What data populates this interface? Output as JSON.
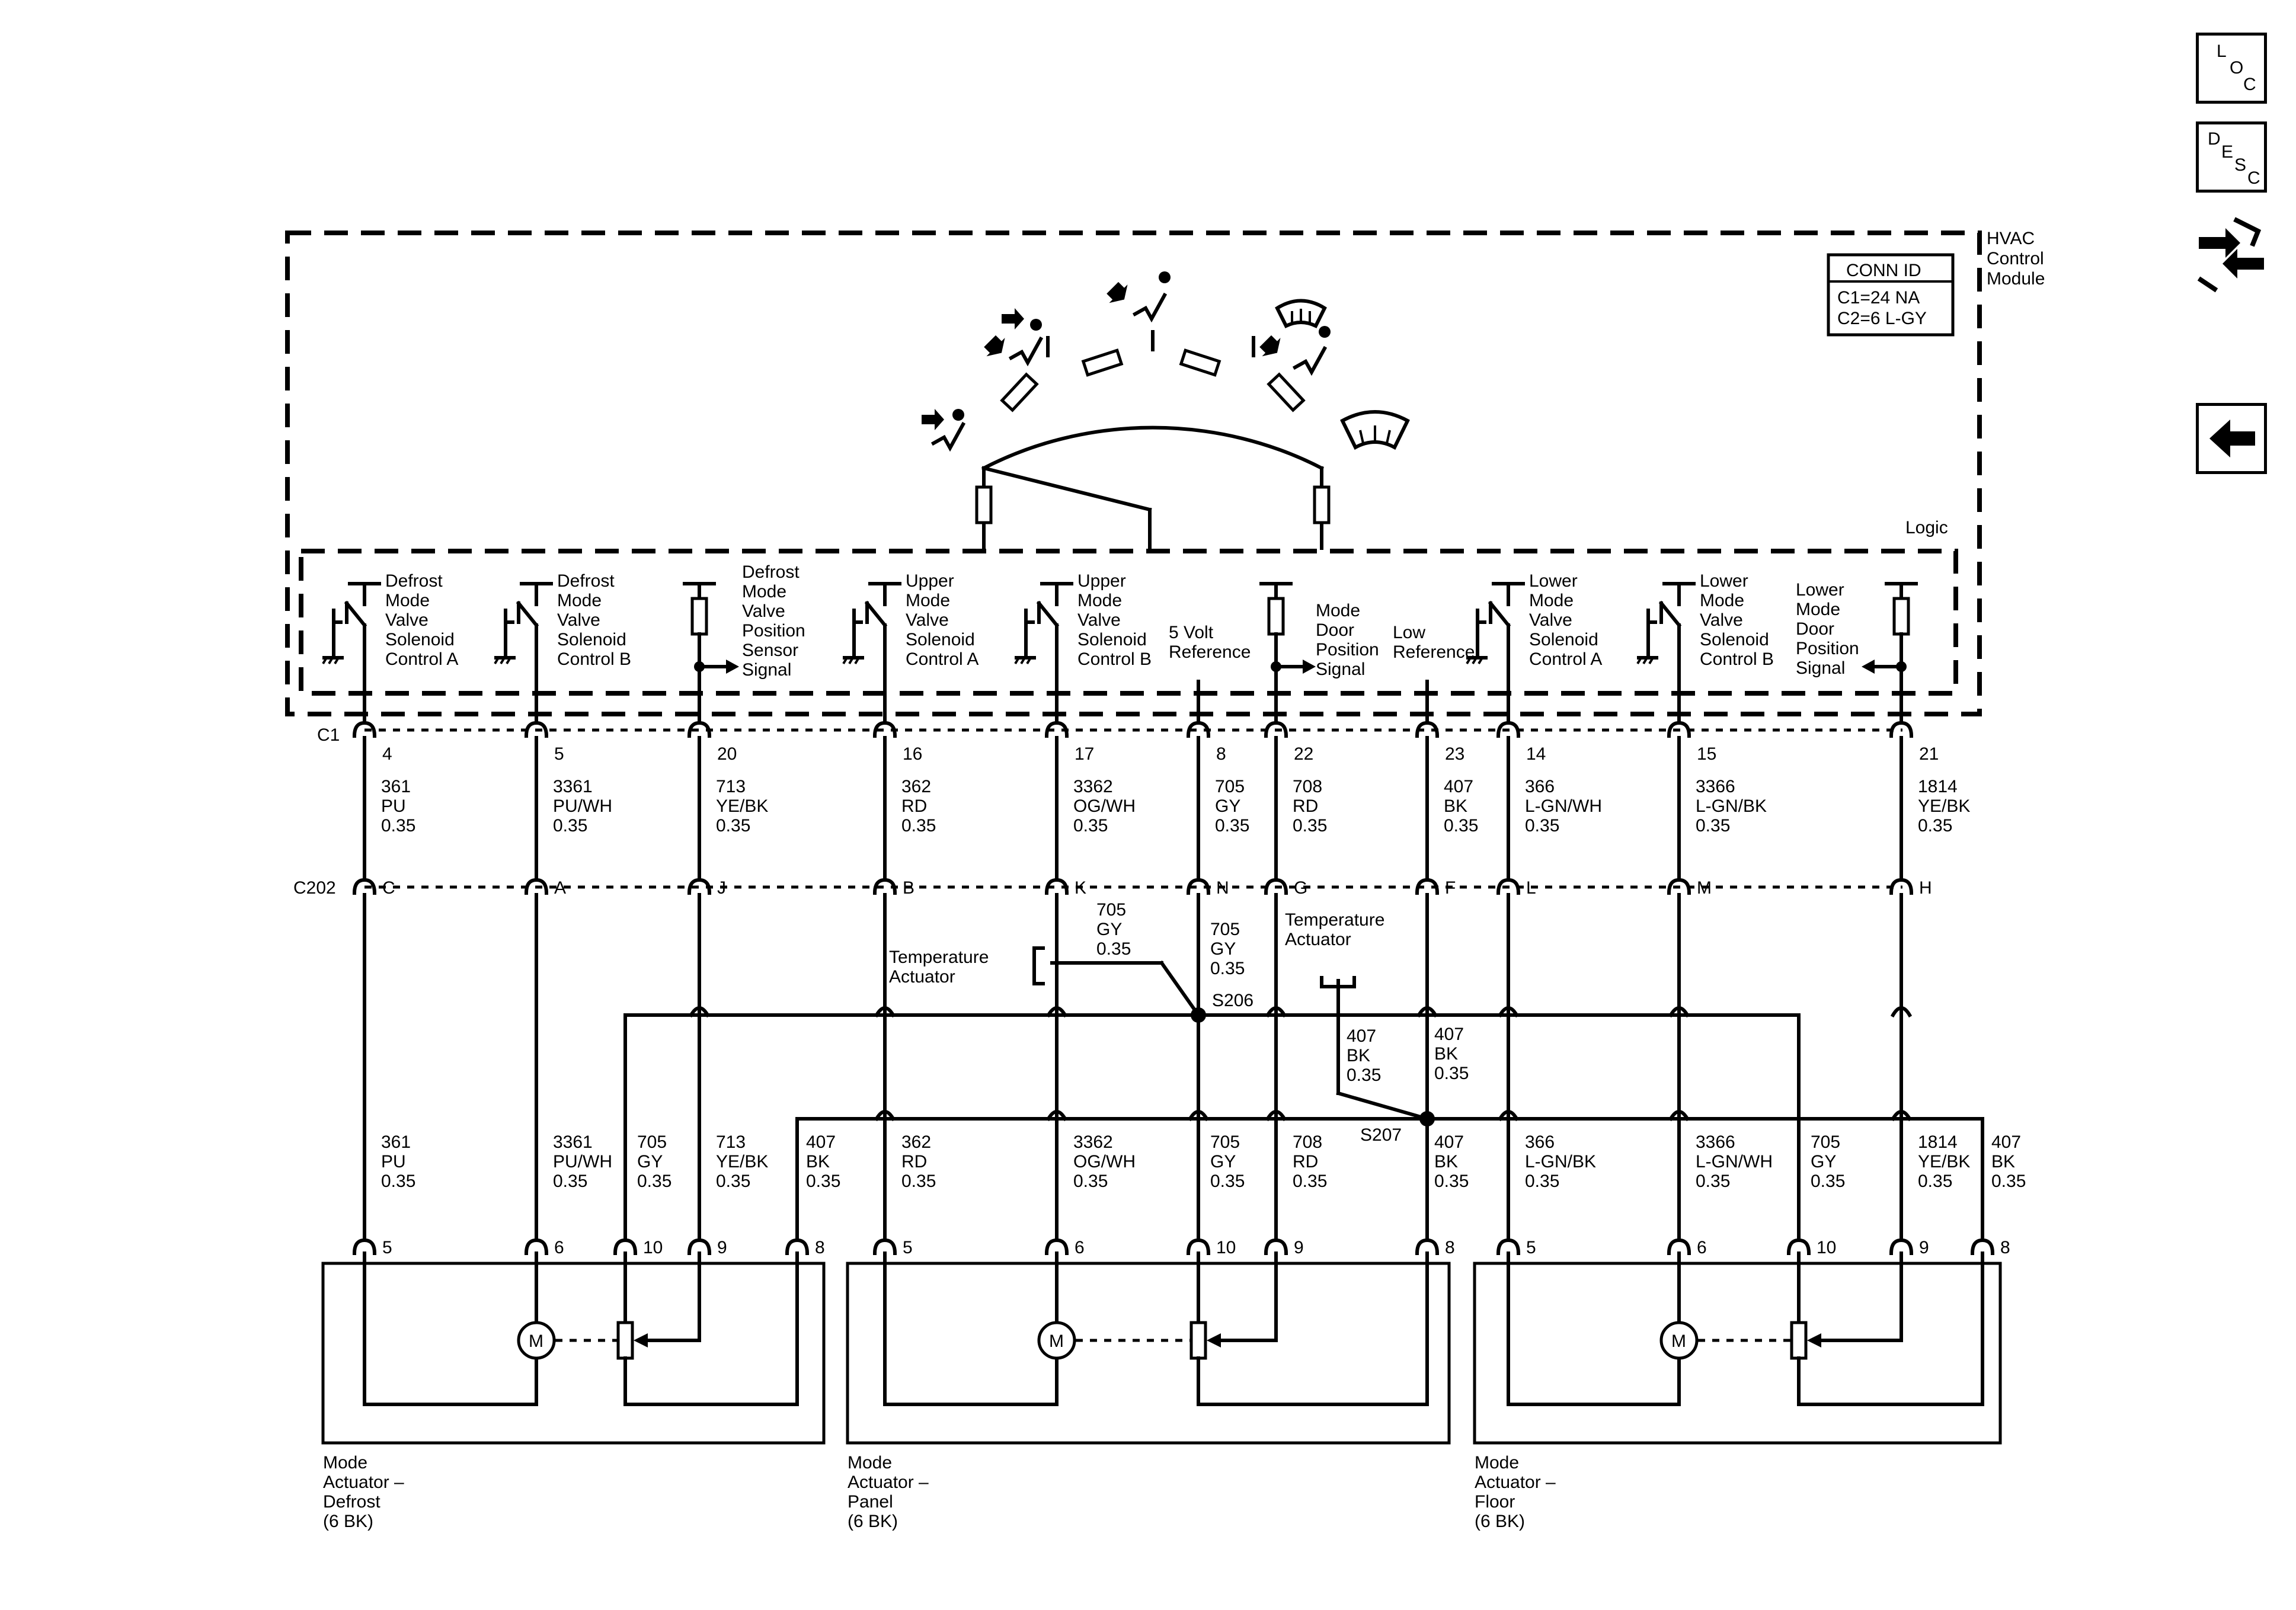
{
  "module": {
    "title_lines": [
      "HVAC",
      "Control",
      "Module"
    ],
    "logic_label": "Logic",
    "conn_id": {
      "header": "CONN ID",
      "lines": [
        "C1=24 NA",
        "C2=6 L-GY"
      ]
    }
  },
  "connectors": {
    "c1": "C1",
    "c202": "C202"
  },
  "circuits": [
    {
      "id": "defrost-a",
      "desc": [
        "Defrost",
        "Mode",
        "Valve",
        "Solenoid",
        "Control A"
      ],
      "c1_pin": "4",
      "wire": [
        "361",
        "PU",
        "0.35"
      ],
      "c202_pin": "C",
      "lower_wire": [
        "361",
        "PU",
        "0.35"
      ]
    },
    {
      "id": "defrost-b",
      "desc": [
        "Defrost",
        "Mode",
        "Valve",
        "Solenoid",
        "Control B"
      ],
      "c1_pin": "5",
      "wire": [
        "3361",
        "PU/WH",
        "0.35"
      ],
      "c202_pin": "A",
      "lower_wire": [
        "3361",
        "PU/WH",
        "0.35"
      ]
    },
    {
      "id": "defrost-pos",
      "desc": [
        "Defrost",
        "Mode",
        "Valve",
        "Position",
        "Sensor",
        "Signal"
      ],
      "c1_pin": "20",
      "wire": [
        "713",
        "YE/BK",
        "0.35"
      ],
      "c202_pin": "J",
      "lower_wire": [
        "713",
        "YE/BK",
        "0.35"
      ]
    },
    {
      "id": "upper-a",
      "desc": [
        "Upper",
        "Mode",
        "Valve",
        "Solenoid",
        "Control A"
      ],
      "c1_pin": "16",
      "wire": [
        "362",
        "RD",
        "0.35"
      ],
      "c202_pin": "B",
      "lower_wire": [
        "362",
        "RD",
        "0.35"
      ]
    },
    {
      "id": "upper-b",
      "desc": [
        "Upper",
        "Mode",
        "Valve",
        "Solenoid",
        "Control B"
      ],
      "c1_pin": "17",
      "wire": [
        "3362",
        "OG/WH",
        "0.35"
      ],
      "c202_pin": "K",
      "lower_wire": [
        "3362",
        "OG/WH",
        "0.35"
      ]
    },
    {
      "id": "ref-5v",
      "desc": [
        "5 Volt",
        "Reference"
      ],
      "c1_pin": "8",
      "wire": [
        "705",
        "GY",
        "0.35"
      ],
      "c202_pin": "N",
      "lower_wire": [
        "705",
        "GY",
        "0.35"
      ]
    },
    {
      "id": "mode-pos",
      "desc": [
        "Mode",
        "Door",
        "Position",
        "Signal"
      ],
      "c1_pin": "22",
      "wire": [
        "708",
        "RD",
        "0.35"
      ],
      "c202_pin": "G",
      "lower_wire": [
        "708",
        "RD",
        "0.35"
      ]
    },
    {
      "id": "low-ref",
      "desc": [
        "Low",
        "Reference"
      ],
      "c1_pin": "23",
      "wire": [
        "407",
        "BK",
        "0.35"
      ],
      "c202_pin": "F",
      "lower_wire": [
        "407",
        "BK",
        "0.35"
      ]
    },
    {
      "id": "lower-a",
      "desc": [
        "Lower",
        "Mode",
        "Valve",
        "Solenoid",
        "Control A"
      ],
      "c1_pin": "14",
      "wire": [
        "366",
        "L-GN/WH",
        "0.35"
      ],
      "c202_pin": "L",
      "lower_wire": [
        "366",
        "L-GN/BK",
        "0.35"
      ]
    },
    {
      "id": "lower-b",
      "desc": [
        "Lower",
        "Mode",
        "Valve",
        "Solenoid",
        "Control B"
      ],
      "c1_pin": "15",
      "wire": [
        "3366",
        "L-GN/BK",
        "0.35"
      ],
      "c202_pin": "M",
      "lower_wire": [
        "3366",
        "L-GN/WH",
        "0.35"
      ]
    },
    {
      "id": "lower-pos",
      "desc": [
        "Lower",
        "Mode",
        "Door",
        "Position",
        "Signal"
      ],
      "c1_pin": "21",
      "wire": [
        "1814",
        "YE/BK",
        "0.35"
      ],
      "c202_pin": "H",
      "lower_wire": [
        "1814",
        "YE/BK",
        "0.35"
      ]
    }
  ],
  "splices": {
    "s206": {
      "name": "S206",
      "branch_wire": [
        "705",
        "GY",
        "0.35"
      ],
      "left_wire": [
        "705",
        "GY",
        "0.35"
      ],
      "branch_label": [
        "Temperature",
        "Actuator"
      ]
    },
    "s207": {
      "name": "S207",
      "branch_wire": [
        "407",
        "BK",
        "0.35"
      ],
      "right_wire": [
        "407",
        "BK",
        "0.35"
      ],
      "branch_label": [
        "Temperature",
        "Actuator"
      ]
    }
  },
  "actuators": [
    {
      "id": "defrost",
      "name": [
        "Mode",
        "Actuator –",
        "Defrost",
        "(6 BK)"
      ],
      "pins": [
        "5",
        "6",
        "10",
        "9",
        "8"
      ],
      "wire_705": [
        "705",
        "GY",
        "0.35"
      ],
      "wire_407": [
        "407",
        "BK",
        "0.35"
      ]
    },
    {
      "id": "panel",
      "name": [
        "Mode",
        "Actuator –",
        "Panel",
        "(6 BK)"
      ],
      "pins": [
        "5",
        "6",
        "10",
        "9",
        "8"
      ],
      "wire_705": [
        "705",
        "GY",
        "0.35"
      ],
      "wire_407": [
        "407",
        "BK",
        "0.35"
      ]
    },
    {
      "id": "floor",
      "name": [
        "Mode",
        "Actuator –",
        "Floor",
        "(6 BK)"
      ],
      "pins": [
        "5",
        "6",
        "10",
        "9",
        "8"
      ],
      "wire_705": [
        "705",
        "GY",
        "0.35"
      ],
      "wire_407": [
        "407",
        "BK",
        "0.35"
      ]
    }
  ],
  "motor_label": "M",
  "side_buttons": {
    "loc": {
      "letters": [
        "L",
        "O",
        "C"
      ]
    },
    "desc": {
      "letters": [
        "D",
        "E",
        "S",
        "C"
      ]
    },
    "icons": [
      "connector-icon",
      "back-arrow-icon"
    ]
  }
}
